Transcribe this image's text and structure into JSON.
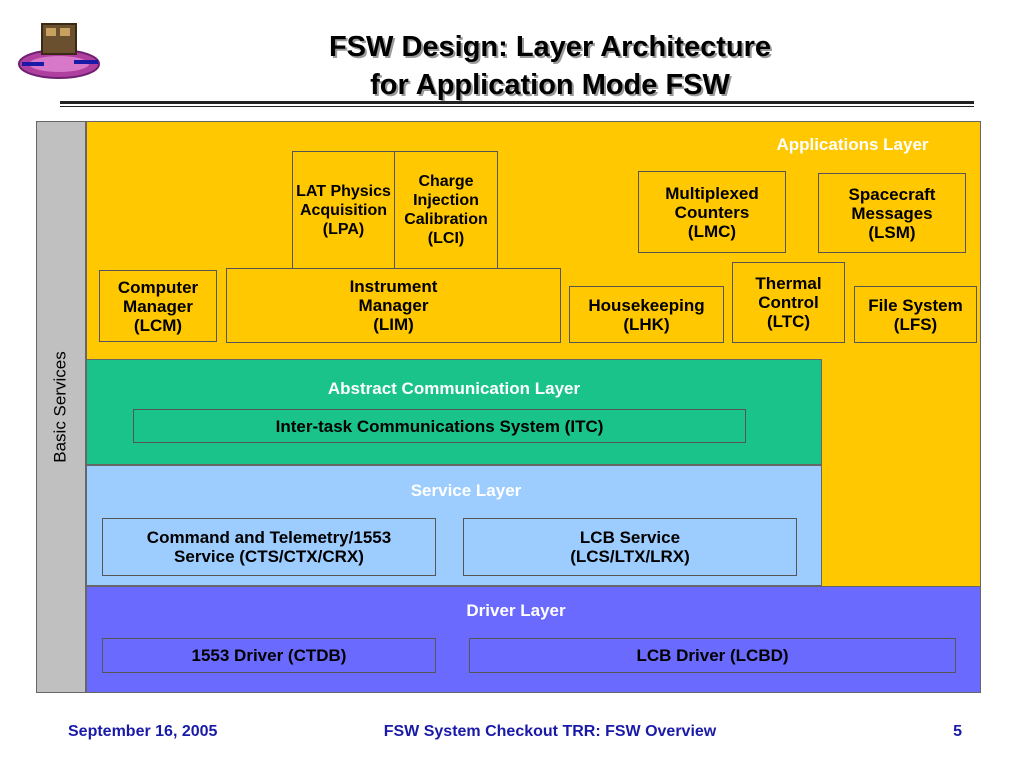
{
  "slide": {
    "title_line1": "FSW Design: Layer Architecture",
    "title_line2": "for Application Mode FSW",
    "page_number": "5"
  },
  "footer": {
    "date": "September 16, 2005",
    "center": "FSW System Checkout TRR: FSW Overview"
  },
  "colors": {
    "applications": "#ffc800",
    "abstract": "#19c38a",
    "service": "#9dcdff",
    "driver": "#6a6aff",
    "basic": "#c0c0c0"
  },
  "diagram": {
    "basic_services": "Basic Services",
    "applications_layer": "Applications Layer",
    "abstract_layer": "Abstract Communication Layer",
    "service_layer": "Service Layer",
    "driver_layer": "Driver Layer",
    "boxes": {
      "lpa": "LAT Physics\nAcquisition\n(LPA)",
      "lci": "Charge\nInjection\nCalibration\n(LCI)",
      "lmc": "Multiplexed\nCounters\n(LMC)",
      "lsm": "Spacecraft\nMessages\n(LSM)",
      "lcm": "Computer\nManager\n(LCM)",
      "lim": "Instrument\nManager\n(LIM)",
      "lhk": "Housekeeping\n(LHK)",
      "ltc": "Thermal\nControl\n(LTC)",
      "lfs": "File System\n(LFS)",
      "itc": "Inter-task Communications System (ITC)",
      "cts": "Command and Telemetry/1553\nService (CTS/CTX/CRX)",
      "lcs": "LCB Service\n(LCS/LTX/LRX)",
      "ctdb": "1553 Driver (CTDB)",
      "lcbd": "LCB Driver (LCBD)"
    }
  }
}
